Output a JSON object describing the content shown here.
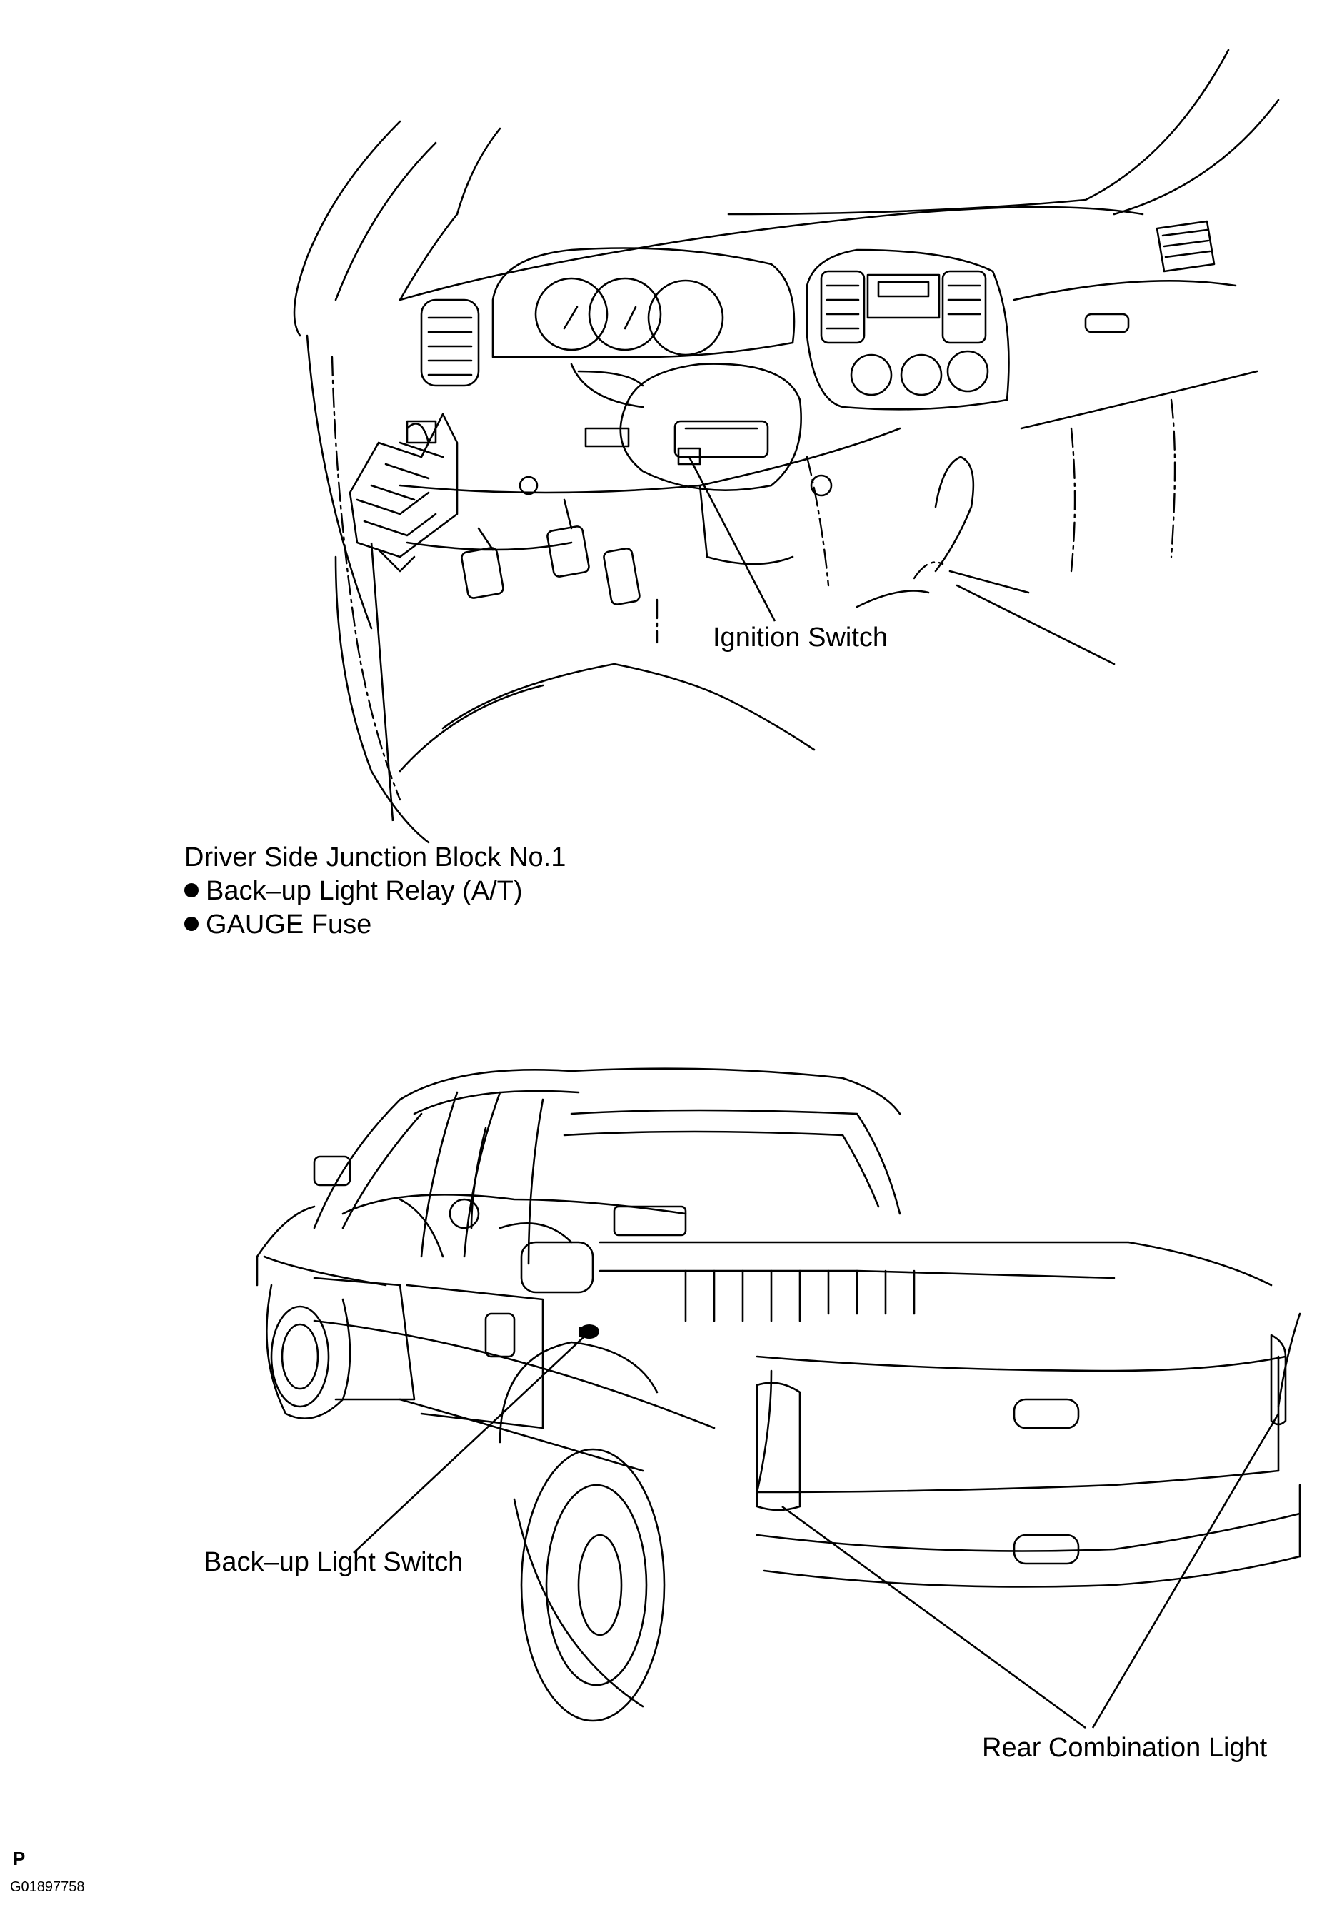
{
  "labels": {
    "ignition_switch": "Ignition Switch",
    "junction_block": "Driver Side Junction Block No.1",
    "junction_items": [
      "Back–up Light Relay (A/T)",
      "GAUGE Fuse"
    ],
    "backup_switch": "Back–up Light Switch",
    "rear_light": "Rear Combination Light"
  },
  "footer": {
    "marker": "P",
    "code": "G01897758"
  }
}
